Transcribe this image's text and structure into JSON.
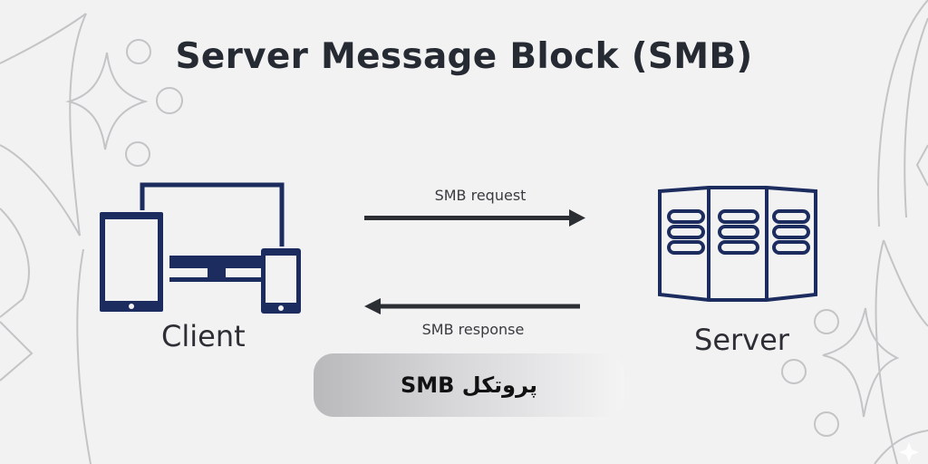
{
  "title": "Server Message Block (SMB)",
  "client": {
    "label": "Client",
    "icon": "devices-icon"
  },
  "server": {
    "label": "Server",
    "icon": "server-rack-icon"
  },
  "arrows": {
    "request": {
      "label": "SMB request",
      "direction": "right"
    },
    "response": {
      "label": "SMB response",
      "direction": "left"
    }
  },
  "banner": {
    "text": "پروتکل SMB"
  },
  "colors": {
    "background": "#f2f2f3",
    "icon_navy": "#1c2c5e",
    "arrow": "#2b2e33",
    "title": "#262b33",
    "decoration": "#c4c4c6"
  }
}
